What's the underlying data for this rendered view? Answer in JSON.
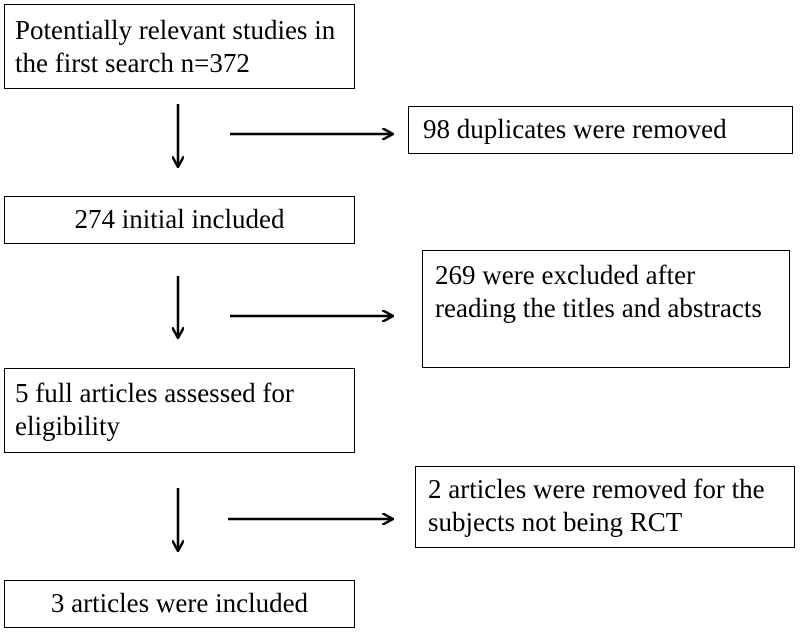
{
  "flowchart": {
    "boxes": {
      "first_search": "Potentially relevant studies in the first search n=372",
      "duplicates_removed": "98 duplicates were removed",
      "initial_included": "274 initial included",
      "excluded_titles": "269 were excluded after reading the titles and abstracts",
      "full_articles": "5 full articles assessed for eligibility",
      "removed_rct": "2 articles were removed for the subjects not being RCT",
      "included_final": "3 articles were included"
    },
    "colors": {
      "stroke": "#000000",
      "background": "#ffffff",
      "text": "#000000"
    }
  }
}
